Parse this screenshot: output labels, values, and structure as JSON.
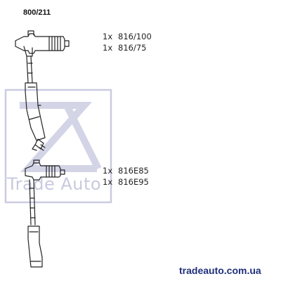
{
  "kit": {
    "part_number": "800/211"
  },
  "groups": [
    {
      "items": [
        {
          "qty": "1x",
          "code": "816/100"
        },
        {
          "qty": "1x",
          "code": "816/75"
        }
      ]
    },
    {
      "items": [
        {
          "qty": "1x",
          "code": "816E85"
        },
        {
          "qty": "1x",
          "code": "816E95"
        }
      ]
    }
  ],
  "watermark": {
    "text": "Trade Auto",
    "url": "tradeauto.com.ua"
  },
  "colors": {
    "line": "#222222",
    "watermark": "#b7b7d6",
    "url": "#1f2f7a"
  }
}
